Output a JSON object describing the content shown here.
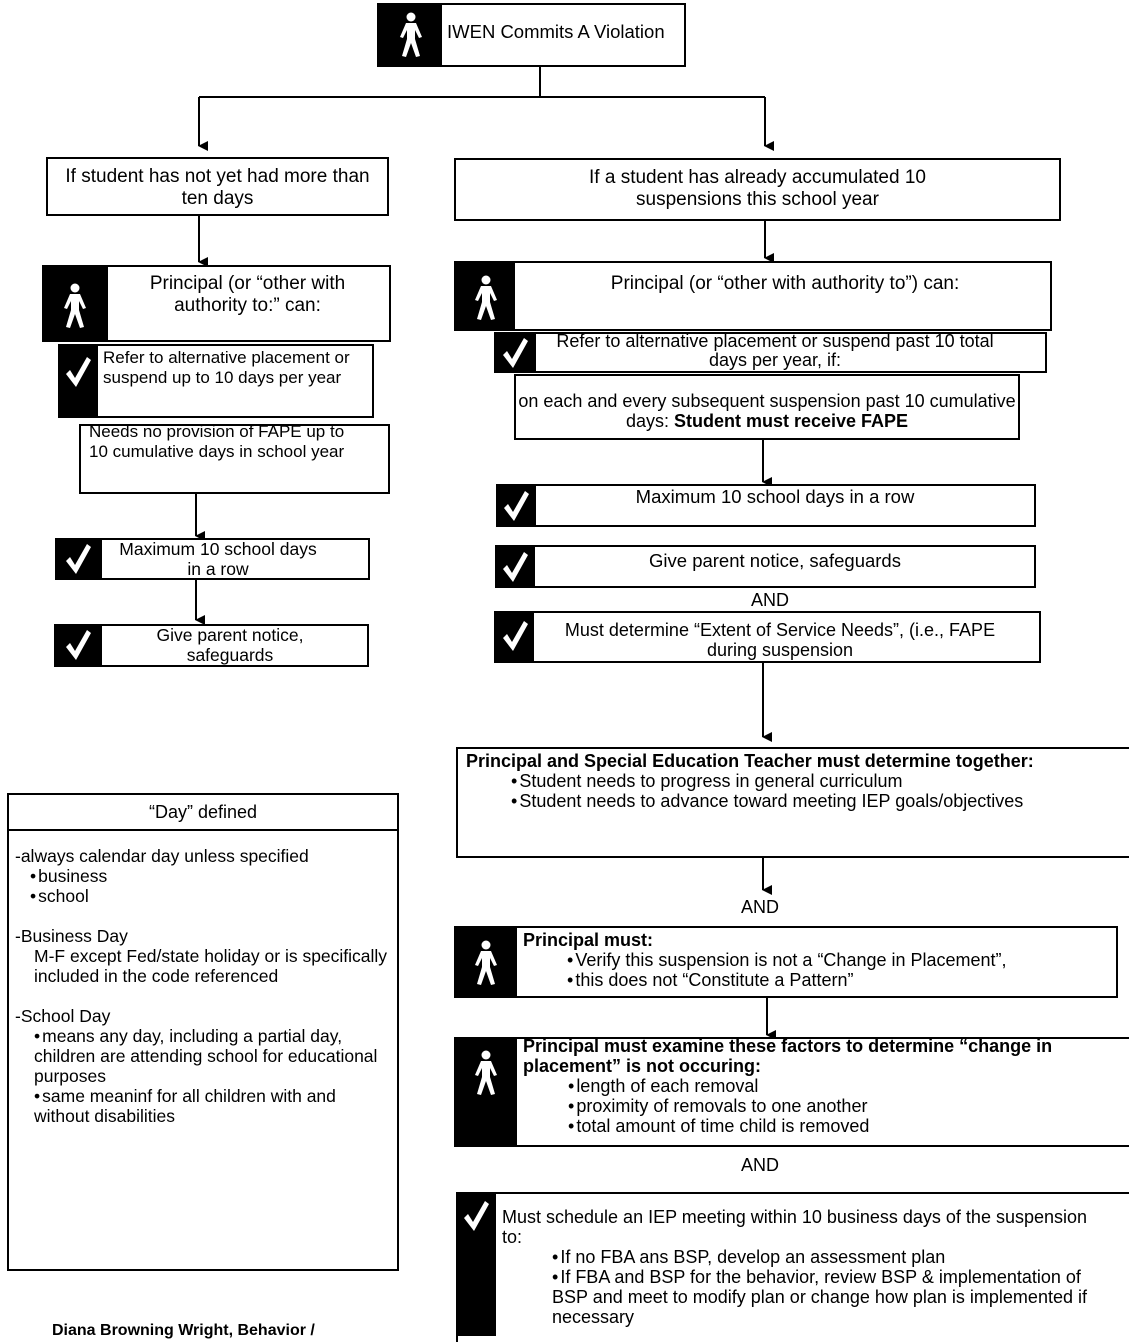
{
  "top": {
    "title": "IWEN Commits A Violation"
  },
  "left": {
    "condition": "If student has not yet had more than ten days",
    "principal": "Principal (or “other with authority to:” can:",
    "refer": "Refer to alternative placement or suspend up to 10 days per year",
    "fape": "Needs no provision of FAPE up to 10 cumulative days in school year",
    "max": "Maximum 10 school days in a row",
    "notice": "Give parent notice, safeguards"
  },
  "right": {
    "condition": "If a student has already accumulated 10 suspensions this school year",
    "principal": "Principal (or “other with authority to”) can:",
    "refer": "Refer to alternative placement or suspend past 10 total days per year, if:",
    "subsequent": "on each and every subsequent suspension past 10 cumulative days: ",
    "subsequent_bold": "Student must receive FAPE",
    "max": "Maximum 10 school days in a row",
    "notice": "Give parent notice, safeguards",
    "and1": "AND",
    "extent": "Must determine “Extent of Service Needs”, (i.e., FAPE during suspension",
    "together_title": "Principal and Special Education Teacher must determine together:",
    "together_items": [
      "Student needs to progress in general curriculum",
      "Student needs to advance toward meeting IEP goals/objectives"
    ],
    "and2": "AND",
    "principal_must_title": "Principal must:",
    "principal_must_items": [
      "Verify this suspension is not a “Change in Placement”,",
      "this does not “Constitute a Pattern”"
    ],
    "examine_title": "Principal must examine these factors to determine “change in placement” is not occuring:",
    "examine_items": [
      "length of each removal",
      "proximity of removals to one another",
      "total amount of time child is removed"
    ],
    "and3": "AND",
    "iep_title": "Must schedule an IEP meeting within 10 business days of the suspension to:",
    "iep_items": [
      "If no FBA ans BSP, develop an assessment plan",
      "If FBA and BSP for the behavior, review BSP & implementation of BSP and meet to modify plan or change how plan is implemented if necessary"
    ]
  },
  "day": {
    "title": "“Day” defined",
    "always": "-always calendar day unless specified",
    "always_items": [
      "business",
      "school"
    ],
    "business_title": "-Business Day",
    "business_body": "M-F except Fed/state holiday or is specifically included in the code referenced",
    "school_title": "-School Day",
    "school_items": [
      "means any day, including a partial day, children are attending school for educational purposes",
      "same meaninf for all children with and without disabilities"
    ]
  },
  "footer": {
    "author": "Diana Browning Wright, Behavior /"
  },
  "icons": {
    "person": "person-icon",
    "check": "checkmark-icon"
  },
  "colors": {
    "line": "#000000",
    "background": "#ffffff"
  }
}
